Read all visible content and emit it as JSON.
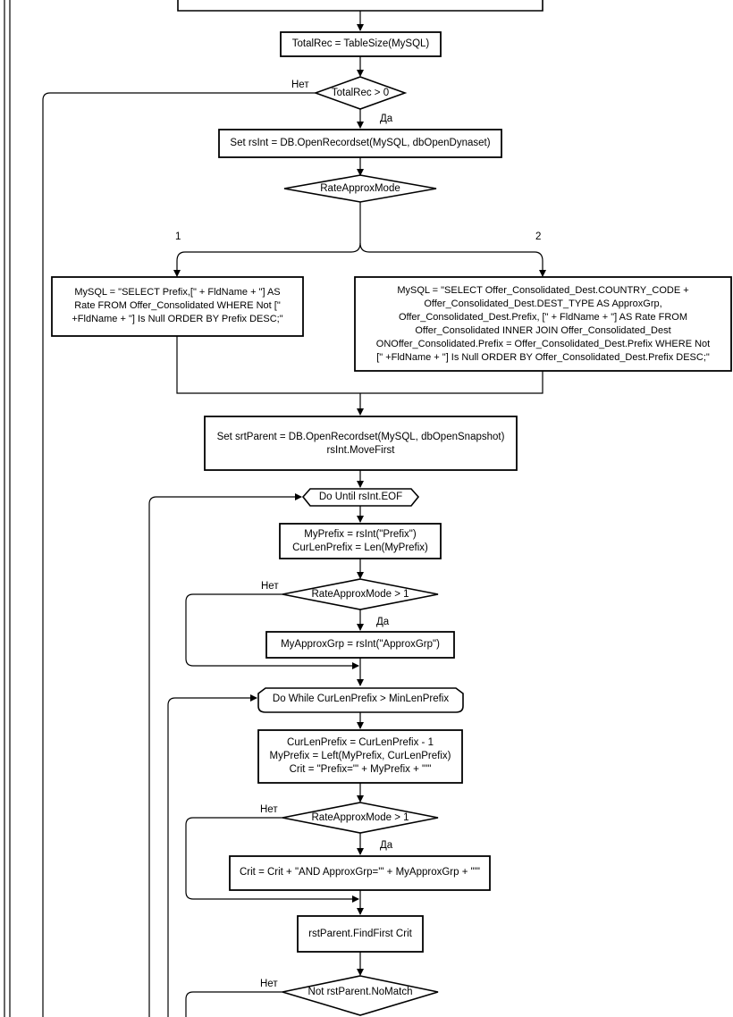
{
  "nodes": {
    "total_rec": "TotalRec = TableSize(MySQL)",
    "cond_total_rec": "TotalRec > 0",
    "open_rsint": "Set rsInt = DB.OpenRecordset(MySQL, dbOpenDynaset)",
    "rate_mode": "RateApproxMode",
    "mysql_1": "MySQL = \"SELECT Prefix,[\" + FldName + \"] AS\nRate FROM Offer_Consolidated WHERE Not [\"\n+FldName + \"] Is Null ORDER BY Prefix DESC;\"",
    "mysql_2": "MySQL = \"SELECT Offer_Consolidated_Dest.COUNTRY_CODE +\nOffer_Consolidated_Dest.DEST_TYPE AS ApproxGrp,\nOffer_Consolidated_Dest.Prefix, [\" + FldName + \"] AS Rate FROM\nOffer_Consolidated INNER JOIN Offer_Consolidated_Dest\nONOffer_Consolidated.Prefix = Offer_Consolidated_Dest.Prefix WHERE Not\n[\" +FldName + \"] Is Null ORDER BY Offer_Consolidated_Dest.Prefix DESC;\"",
    "open_parent": "Set srtParent = DB.OpenRecordset(MySQL, dbOpenSnapshot)\nrsInt.MoveFirst",
    "loop_until": "Do Until rsInt.EOF",
    "my_prefix": "MyPrefix = rsInt(\"Prefix\")\nCurLenPrefix = Len(MyPrefix)",
    "cond_mode_1": "RateApproxMode > 1",
    "approx_grp": "MyApproxGrp = rsInt(\"ApproxGrp\")",
    "loop_while": "Do While CurLenPrefix > MinLenPrefix",
    "cur_len": "CurLenPrefix = CurLenPrefix - 1\nMyPrefix = Left(MyPrefix, CurLenPrefix)\nCrit = \"Prefix='\" + MyPrefix + \"'\"",
    "cond_mode_2": "RateApproxMode > 1",
    "crit_append": "Crit = Crit + \"AND ApproxGrp='\" + MyApproxGrp + \"'\"",
    "find_first": "rstParent.FindFirst Crit",
    "cond_nomatch": "Not rstParent.NoMatch"
  },
  "edge_labels": {
    "no_1": "Нет",
    "yes_1": "Да",
    "branch_1": "1",
    "branch_2": "2",
    "no_2": "Нет",
    "yes_2": "Да",
    "no_3": "Нет",
    "yes_3": "Да",
    "no_4": "Нет"
  }
}
